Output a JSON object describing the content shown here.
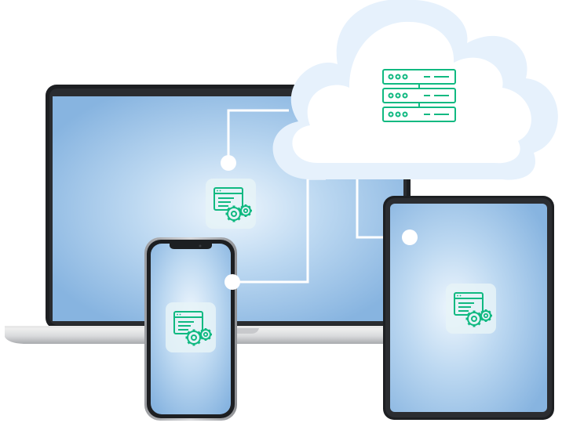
{
  "illustration": {
    "subject": "cloud-connected-devices",
    "devices": [
      "laptop",
      "smartphone",
      "tablet"
    ],
    "cloud_icon": "server-rack-icon",
    "device_app_icon": "app-window-gears-icon",
    "colors": {
      "accent_green": "#10b981",
      "screen_center": "#eaf4fc",
      "screen_edge": "#8cb8e3",
      "cloud_fill": "#ffffff",
      "cloud_halo": "#e6f1fc",
      "device_bezel": "#1d1f22",
      "connector_line": "#ffffff"
    }
  }
}
